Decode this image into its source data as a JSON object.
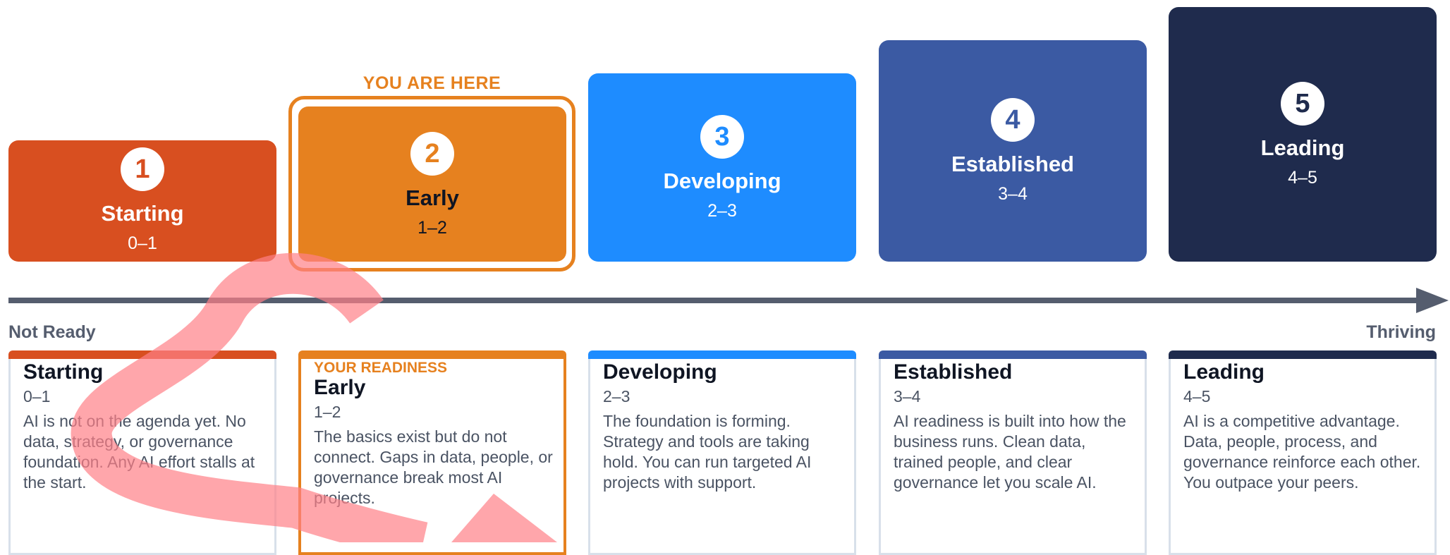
{
  "colors": {
    "starting": "#d84f20",
    "early": "#e6811f",
    "developing": "#1e8cff",
    "established": "#3b5aa3",
    "leading": "#1f2b4d",
    "axis": "#555d6e",
    "card_border": "#d8e0ea",
    "watermark": "#ff8088"
  },
  "highlight": {
    "label": "YOU ARE HERE"
  },
  "axis": {
    "start_label": "Not Ready",
    "end_label": "Thriving"
  },
  "stages": [
    {
      "number": "1",
      "name": "Starting",
      "range": "0–1"
    },
    {
      "number": "2",
      "name": "Early",
      "range": "1–2"
    },
    {
      "number": "3",
      "name": "Developing",
      "range": "2–3"
    },
    {
      "number": "4",
      "name": "Established",
      "range": "3–4"
    },
    {
      "number": "5",
      "name": "Leading",
      "range": "4–5"
    }
  ],
  "cards": [
    {
      "title": "Starting",
      "range": "0–1",
      "text": "AI is not on the agenda yet. No data, strategy, or governance foundation. Any AI effort stalls at the start."
    },
    {
      "tag": "YOUR READINESS",
      "title": "Early",
      "range": "1–2",
      "text": "The basics exist but do not connect. Gaps in data, people, or governance break most AI projects."
    },
    {
      "title": "Developing",
      "range": "2–3",
      "text": "The foundation is forming. Strategy and tools are taking hold. You can run targeted AI projects with support."
    },
    {
      "title": "Established",
      "range": "3–4",
      "text": "AI readiness is built into how the business runs. Clean data, trained people, and clear governance let you scale AI."
    },
    {
      "title": "Leading",
      "range": "4–5",
      "text": "AI is a competitive advantage. Data, people, process, and governance reinforce each other. You outpace your peers."
    }
  ]
}
